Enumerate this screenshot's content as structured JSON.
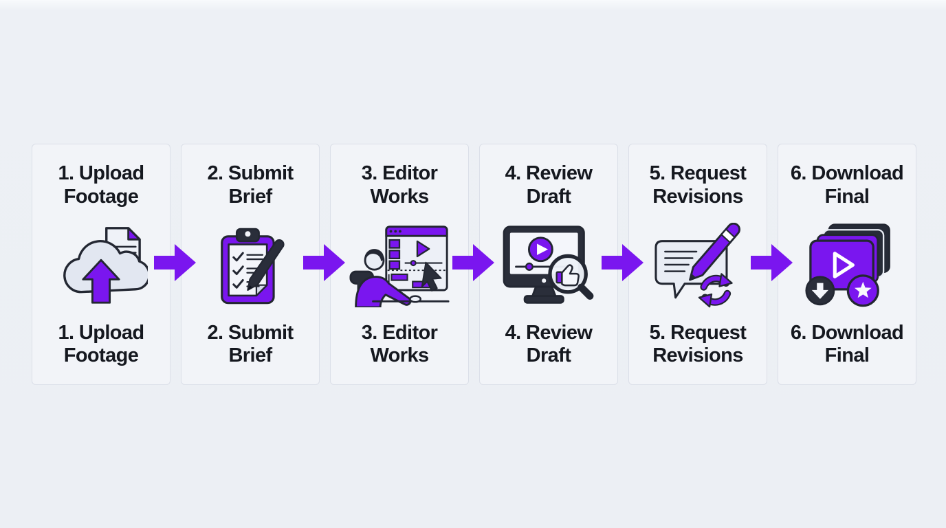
{
  "page": {
    "background_color": "#ECEFF4",
    "card_background": "#F2F4F8",
    "card_border_color": "#DBDFE8",
    "text_color": "#15181F",
    "accent_color": "#7A16EF",
    "outline_color": "#232732"
  },
  "steps": [
    {
      "label": "1. Upload Footage",
      "line1": "1. Upload",
      "line2": "Footage",
      "icon": "cloud-upload-icon"
    },
    {
      "label": "2. Submit Brief",
      "line1": "2. Submit",
      "line2": "Brief",
      "icon": "clipboard-brief-icon"
    },
    {
      "label": "3. Editor Works",
      "line1": "3. Editor",
      "line2": "Works",
      "icon": "editor-workstation-icon"
    },
    {
      "label": "4. Review Draft",
      "line1": "4. Review",
      "line2": "Draft",
      "icon": "monitor-review-icon"
    },
    {
      "label": "5. Request Revisions",
      "line1": "5. Request",
      "line2": "Revisions",
      "icon": "revision-chat-icon"
    },
    {
      "label": "6. Download Final",
      "line1": "6. Download",
      "line2": "Final",
      "icon": "download-stack-icon"
    }
  ],
  "flow": {
    "arrow_count": 5,
    "arrow_direction": "right",
    "arrow_color": "#7A16EF"
  }
}
